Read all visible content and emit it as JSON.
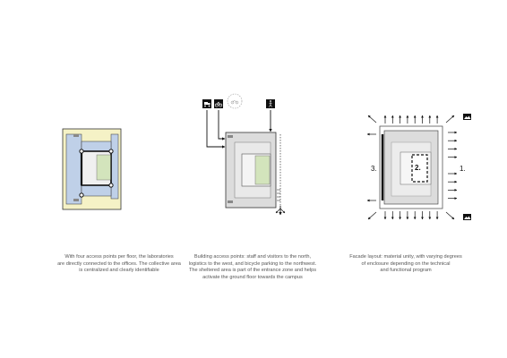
{
  "colors": {
    "yellow": "#f5f2c6",
    "blue": "#bfd0e8",
    "green": "#d3e4bc",
    "grey": "#dcdcdc",
    "light_grey": "#e9e9e9",
    "dark": "#111111",
    "caption": "#555555"
  },
  "panel1": {
    "caption_lines": [
      "With four access points per floor, the laboratories",
      "are directly connected to the offices. The collective area",
      "is centralized and clearly identifiable"
    ]
  },
  "panel2": {
    "icons": [
      "truck-icon",
      "bicycle-icon",
      "bicycle-parking-icon",
      "pedestrian-icon"
    ],
    "caption_lines": [
      "Building access points: staff and visitors to the north,",
      "logistics to the west, and bicycle parking to the northwest.",
      "The sheltered area is part of the entrance zone and helps",
      "activate the ground floor towards the campus"
    ]
  },
  "panel3": {
    "labels": {
      "left": "3.",
      "center": "2.",
      "right": "1."
    },
    "icons": [
      "landscape-view-icon"
    ],
    "caption_lines": [
      "Facade layout: material unity, with varying degrees",
      "of enclosure depending on the technical",
      "and functional program"
    ]
  }
}
